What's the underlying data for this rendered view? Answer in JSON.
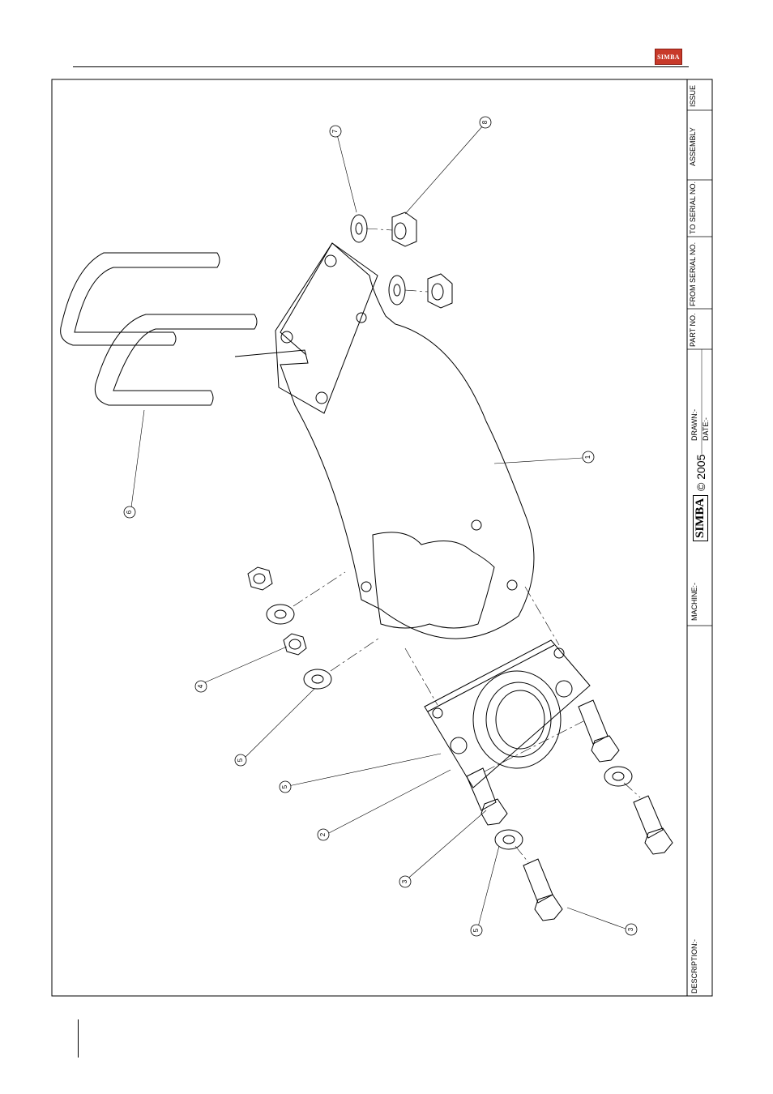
{
  "header": {
    "logo_text": "SIMBA",
    "logo_color": "#c83a2a"
  },
  "title_block": {
    "description_label": "DESCRIPTION:-",
    "machine_label": "MACHINE:-",
    "simba_brand": "SIMBA",
    "copyright": "© 2005",
    "drawn_label": "DRAWN:-",
    "date_label": "DATE:-",
    "part_no_label": "PART NO.",
    "from_serial_label": "FROM SERIAL NO.",
    "to_serial_label": "TO SERIAL NO.",
    "assembly_label": "ASSEMBLY",
    "issue_label": "ISSUE"
  },
  "balloons": [
    {
      "label": "1"
    },
    {
      "label": "2"
    },
    {
      "label": "3"
    },
    {
      "label": "3"
    },
    {
      "label": "4"
    },
    {
      "label": "5"
    },
    {
      "label": "5"
    },
    {
      "label": "5"
    },
    {
      "label": "6"
    },
    {
      "label": "7"
    },
    {
      "label": "8"
    }
  ]
}
